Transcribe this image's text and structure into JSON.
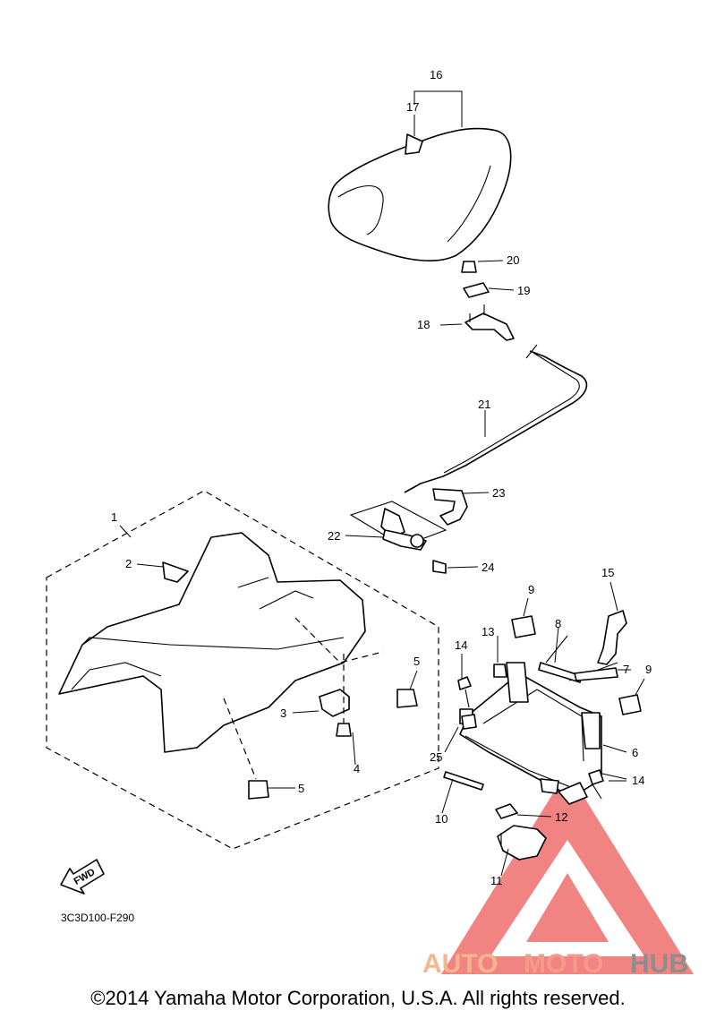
{
  "callouts": [
    "1",
    "2",
    "3",
    "4",
    "5",
    "5",
    "6",
    "7",
    "8",
    "9",
    "9",
    "10",
    "11",
    "12",
    "13",
    "14",
    "14",
    "15",
    "16",
    "17",
    "18",
    "19",
    "20",
    "21",
    "22",
    "23",
    "24",
    "25"
  ],
  "fwd_label": "FWD",
  "diagram_code": "3C3D100-F290",
  "copyright": "©2014 Yamaha Motor Corporation, U.S.A. All rights reserved.",
  "watermark": {
    "part1": "AUTO",
    "part2": "MOTO",
    "part3": "HUB"
  },
  "colors": {
    "watermark_triangle": "#ee5a5a",
    "watermark_auto": "#f6b48f",
    "watermark_moto": "#f39b86",
    "watermark_hub": "#8d8d8d"
  }
}
